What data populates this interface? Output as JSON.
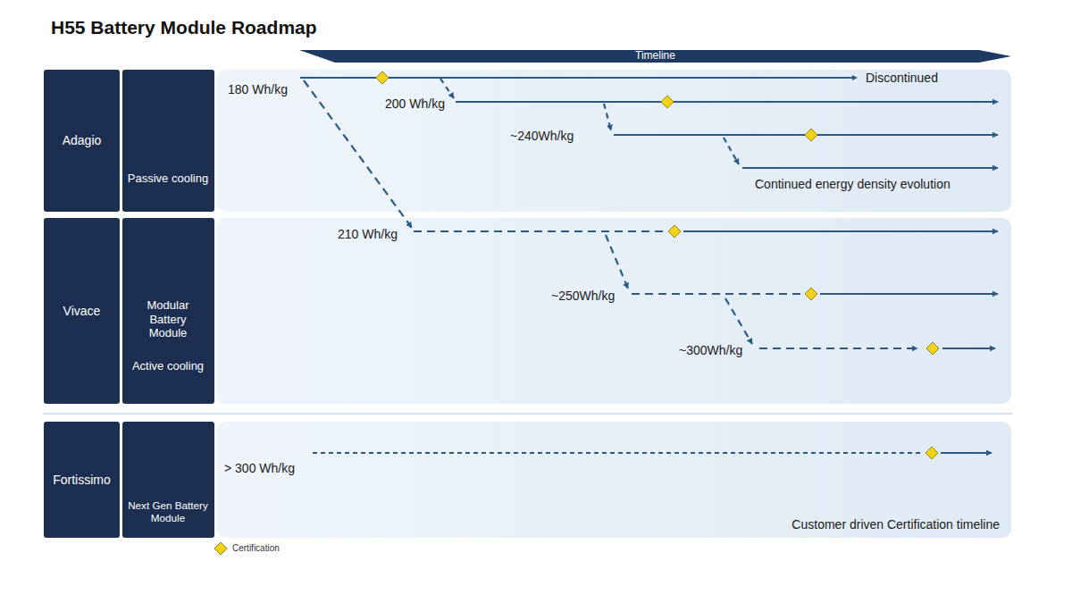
{
  "diagram": {
    "title": "H55 Battery Module Roadmap",
    "nodes": [
      {
        "text": [
          "Timeline"
        ]
      },
      {
        "text": [
          "Adagio"
        ]
      },
      {
        "text": [
          "Passive cooling"
        ]
      },
      {
        "text": [
          "180 Wh/kg",
          "200 Wh/kg",
          "~240Wh/kg",
          "Discontinued",
          "Continued energy density evolution"
        ]
      },
      {
        "text": [
          "Vivace"
        ]
      },
      {
        "text": [
          "Modular Battery Module",
          "Active cooling"
        ]
      },
      {
        "text": [
          "210 Wh/kg",
          "~250Wh/kg",
          "~300Wh/kg"
        ]
      },
      {
        "text": [
          "Fortissimo"
        ]
      },
      {
        "text": [
          "Next Gen Battery Module"
        ]
      },
      {
        "text": [
          "> 300 Wh/kg",
          "Customer driven Certification timeline"
        ]
      }
    ],
    "legend": [
      {
        "text": "Certification"
      }
    ]
  }
}
